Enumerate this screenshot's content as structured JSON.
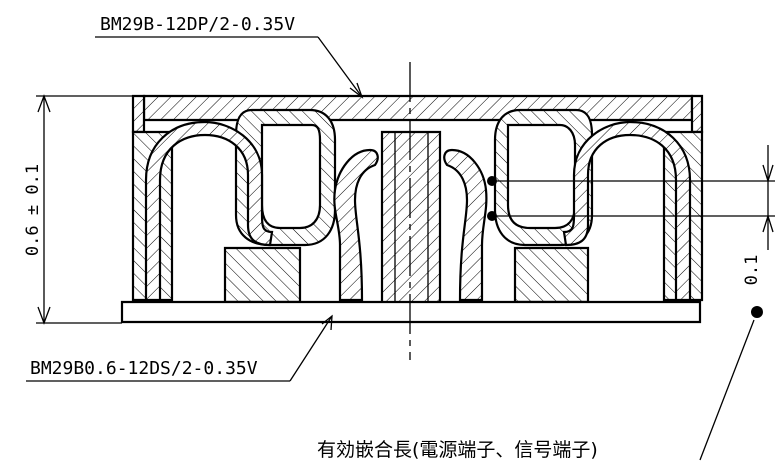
{
  "labels": {
    "plug_part": "BM29B-12DP/2-0.35V",
    "receptacle_part": "BM29B0.6-12DS/2-0.35V",
    "height_dim": "0.6 ± 0.1",
    "engage_dim": "0.1",
    "engage_note": "有効嵌合長(電源端子、信号端子)"
  }
}
